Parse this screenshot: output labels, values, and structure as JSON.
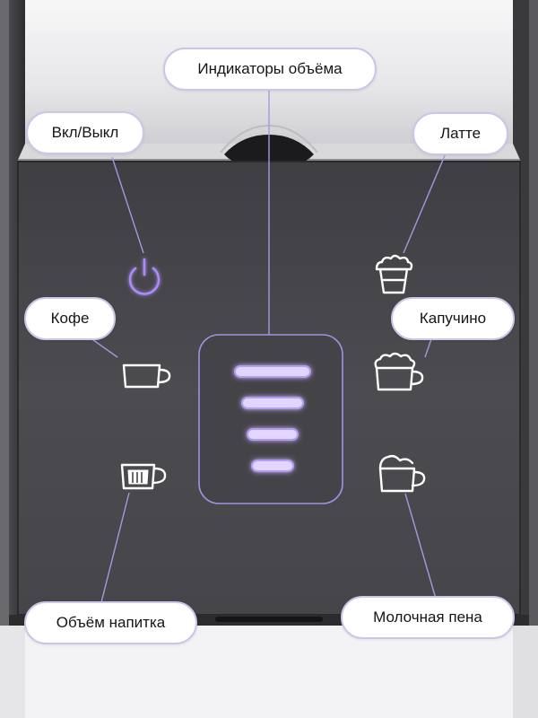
{
  "labels": {
    "volume_indicators": "Индикаторы объёма",
    "power": "Вкл/Выкл",
    "latte": "Латте",
    "coffee": "Кофе",
    "cappuccino": "Капучино",
    "drink_volume": "Объём напитка",
    "milk_foam": "Молочная пена"
  },
  "volume_level": {
    "lit_bars": 4,
    "total_bars": 4
  },
  "colors": {
    "accent": "#b49cf4",
    "bar_glow": "#e1d6ff",
    "panel": "#4a4a4e",
    "callout_border": "#cdc4e8",
    "icon_white": "#ffffff"
  },
  "icons": {
    "power": "power-icon",
    "latte": "latte-glass-icon",
    "coffee": "coffee-cup-icon",
    "cappuccino": "cappuccino-cup-icon",
    "drink_volume": "volume-cup-icon",
    "milk_foam": "milk-foam-cup-icon"
  }
}
